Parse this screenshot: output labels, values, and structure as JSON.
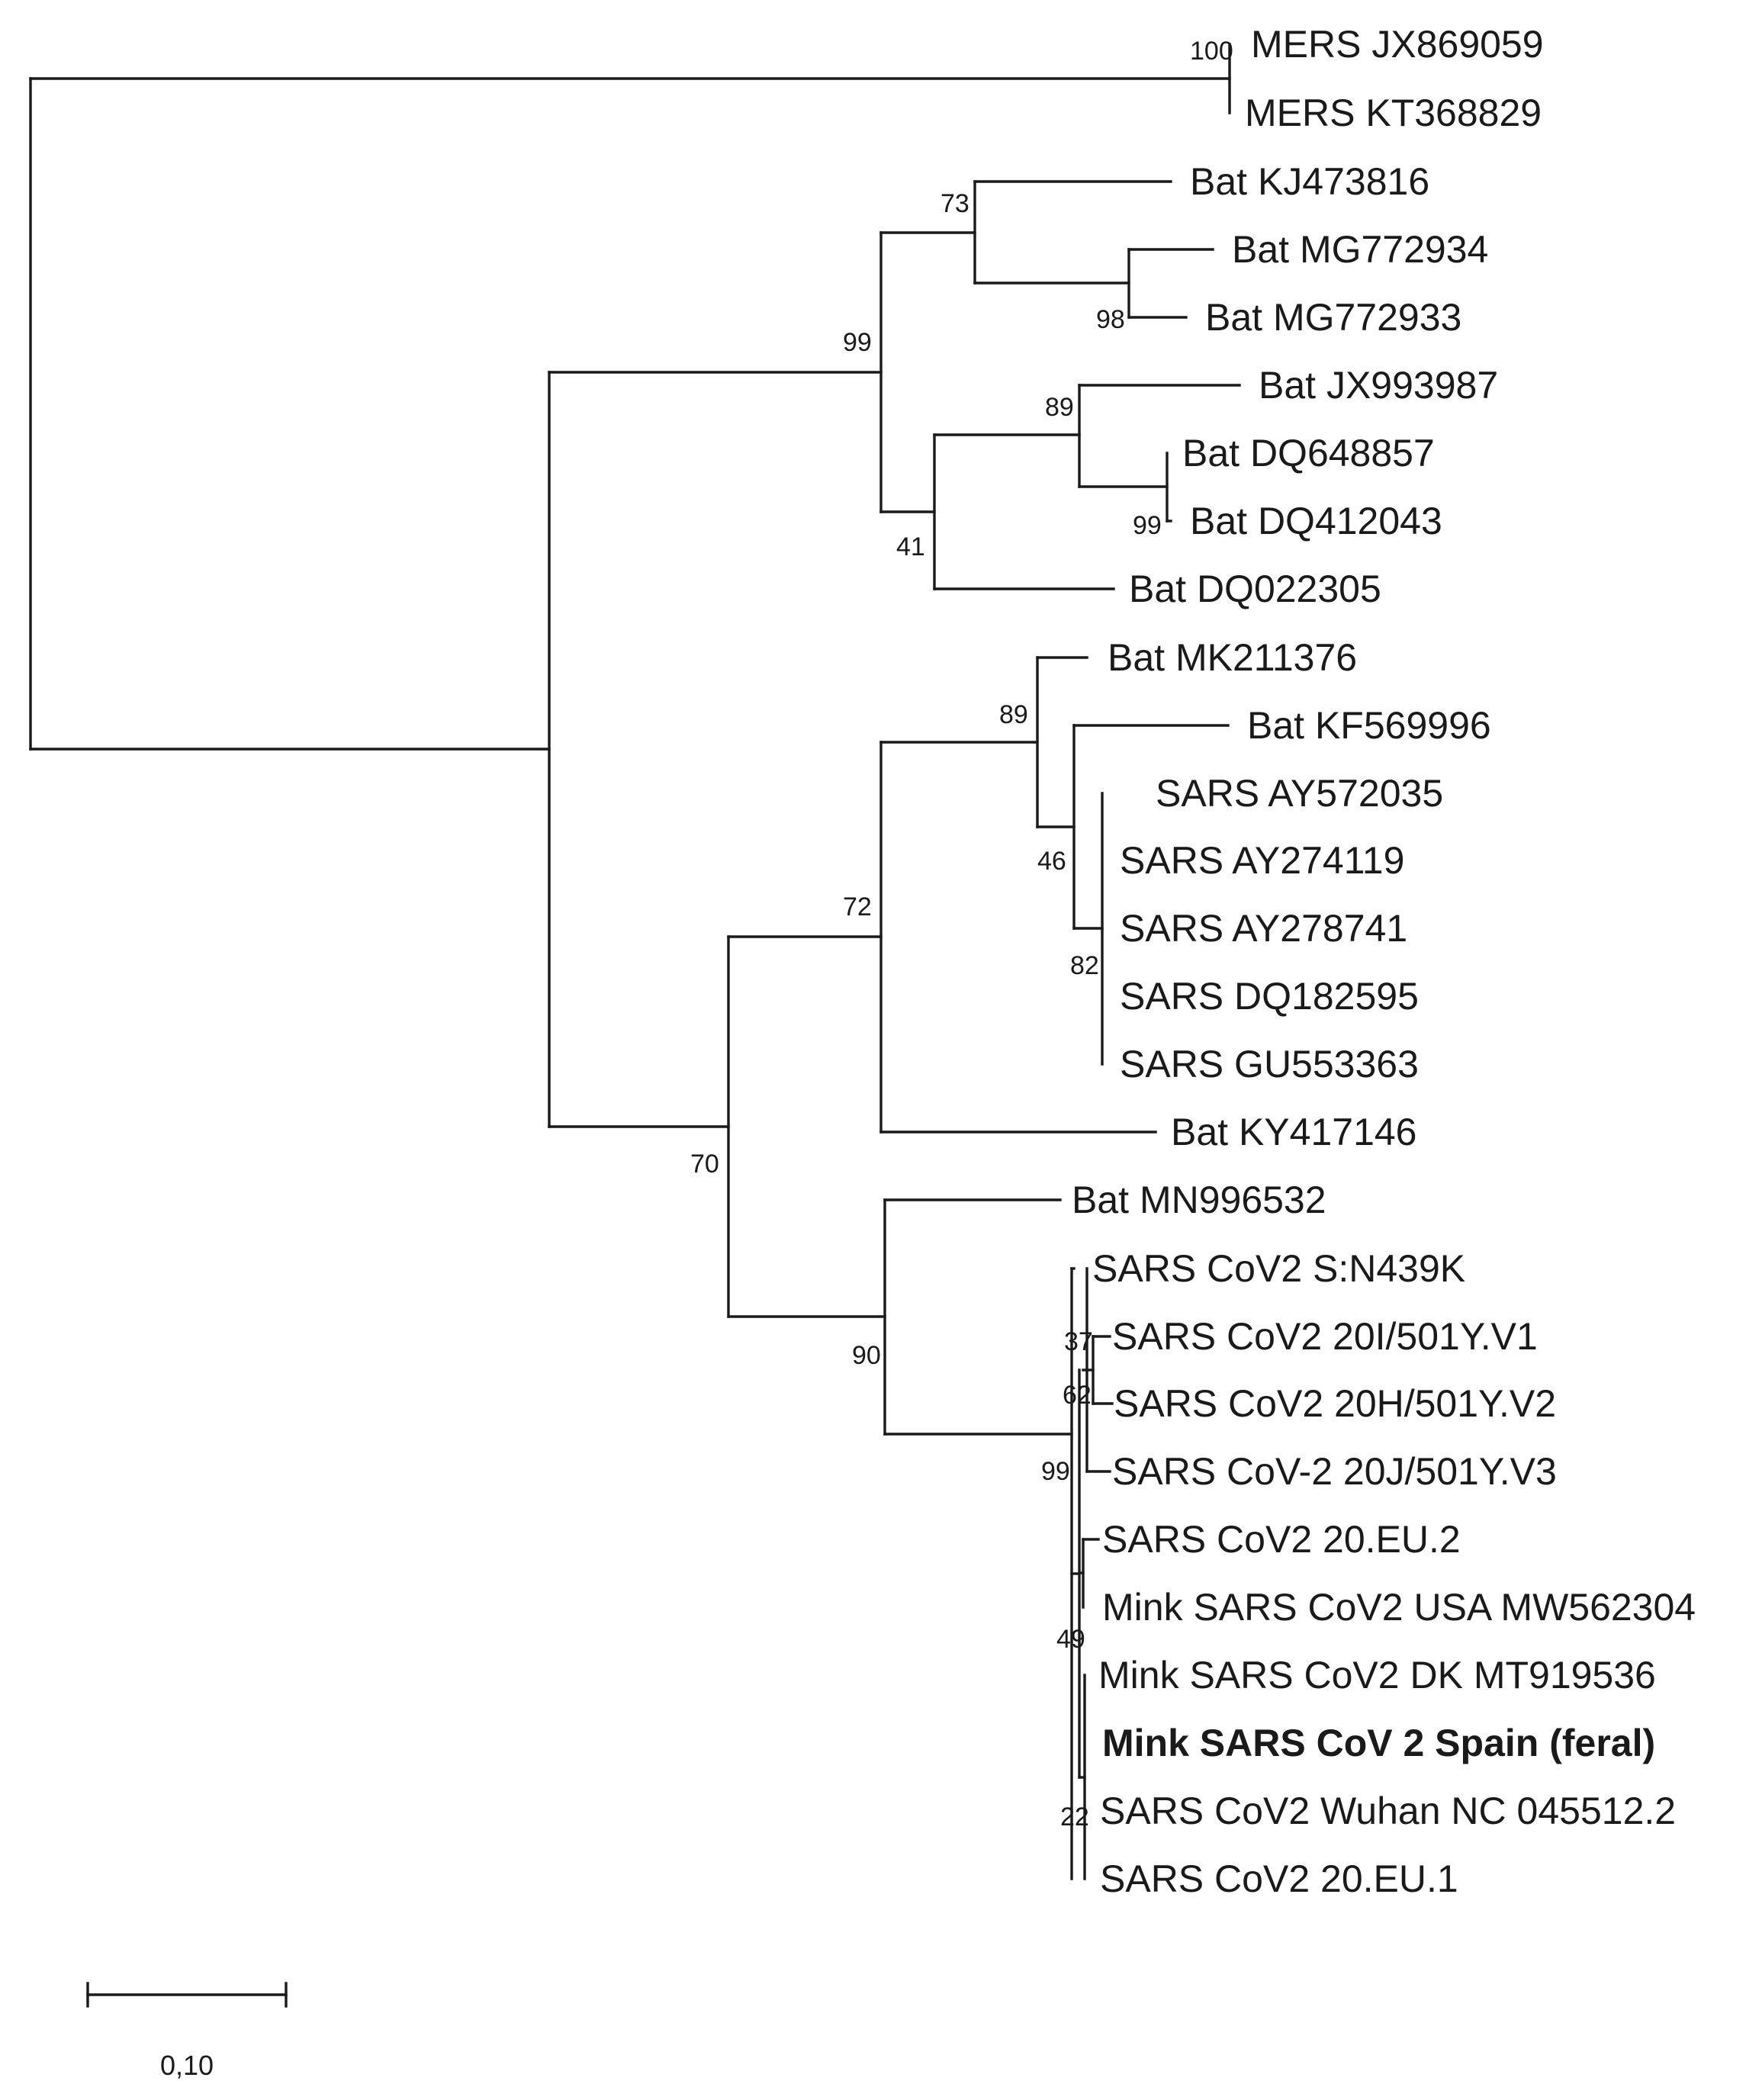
{
  "leaves": [
    {
      "id": "mers1",
      "label": "MERS JX869059"
    },
    {
      "id": "mers2",
      "label": "MERS KT368829"
    },
    {
      "id": "kj473816",
      "label": "Bat KJ473816"
    },
    {
      "id": "mg772934",
      "label": "Bat MG772934"
    },
    {
      "id": "mg772933",
      "label": "Bat MG772933"
    },
    {
      "id": "jx993987",
      "label": "Bat JX993987"
    },
    {
      "id": "dq648857",
      "label": "Bat DQ648857"
    },
    {
      "id": "dq412043",
      "label": "Bat DQ412043"
    },
    {
      "id": "dq022305",
      "label": "Bat DQ022305"
    },
    {
      "id": "mk211376",
      "label": "Bat MK211376"
    },
    {
      "id": "kf569996",
      "label": "Bat KF569996"
    },
    {
      "id": "ay572035",
      "label": "SARS AY572035"
    },
    {
      "id": "ay274119",
      "label": "SARS AY274119"
    },
    {
      "id": "ay278741",
      "label": "SARS AY278741"
    },
    {
      "id": "dq182595",
      "label": "SARS DQ182595"
    },
    {
      "id": "gu553363",
      "label": "SARS GU553363"
    },
    {
      "id": "ky417146",
      "label": "Bat KY417146"
    },
    {
      "id": "mn996532",
      "label": "Bat MN996532"
    },
    {
      "id": "n439k",
      "label": "SARS CoV2 S:N439K"
    },
    {
      "id": "v1",
      "label": "SARS CoV2 20I/501Y.V1"
    },
    {
      "id": "v2",
      "label": "SARS CoV2 20H/501Y.V2"
    },
    {
      "id": "v3",
      "label": "SARS CoV-2 20J/501Y.V3"
    },
    {
      "id": "eu2",
      "label": "SARS CoV2 20.EU.2"
    },
    {
      "id": "minkusa",
      "label": "Mink SARS CoV2 USA MW562304"
    },
    {
      "id": "minkdk",
      "label": "Mink SARS CoV2 DK MT919536"
    },
    {
      "id": "minkspain",
      "label": "Mink SARS CoV 2 Spain (feral)",
      "highlight": true
    },
    {
      "id": "wuhan",
      "label": "SARS CoV2 Wuhan NC 045512.2"
    },
    {
      "id": "eu1",
      "label": "SARS CoV2 20.EU.1"
    }
  ],
  "support_values": [
    {
      "id": "bs-mers",
      "value": "100"
    },
    {
      "id": "bs-73",
      "value": "73"
    },
    {
      "id": "bs-98",
      "value": "98"
    },
    {
      "id": "bs-99a",
      "value": "99"
    },
    {
      "id": "bs-89a",
      "value": "89"
    },
    {
      "id": "bs-99b",
      "value": "99"
    },
    {
      "id": "bs-41",
      "value": "41"
    },
    {
      "id": "bs-89b",
      "value": "89"
    },
    {
      "id": "bs-46",
      "value": "46"
    },
    {
      "id": "bs-82",
      "value": "82"
    },
    {
      "id": "bs-72",
      "value": "72"
    },
    {
      "id": "bs-70",
      "value": "70"
    },
    {
      "id": "bs-90",
      "value": "90"
    },
    {
      "id": "bs-37",
      "value": "37"
    },
    {
      "id": "bs-62",
      "value": "62"
    },
    {
      "id": "bs-99c",
      "value": "99"
    },
    {
      "id": "bs-49",
      "value": "49"
    },
    {
      "id": "bs-22",
      "value": "22"
    }
  ],
  "scale_bar": {
    "label": "0,10",
    "value": 0.1
  }
}
